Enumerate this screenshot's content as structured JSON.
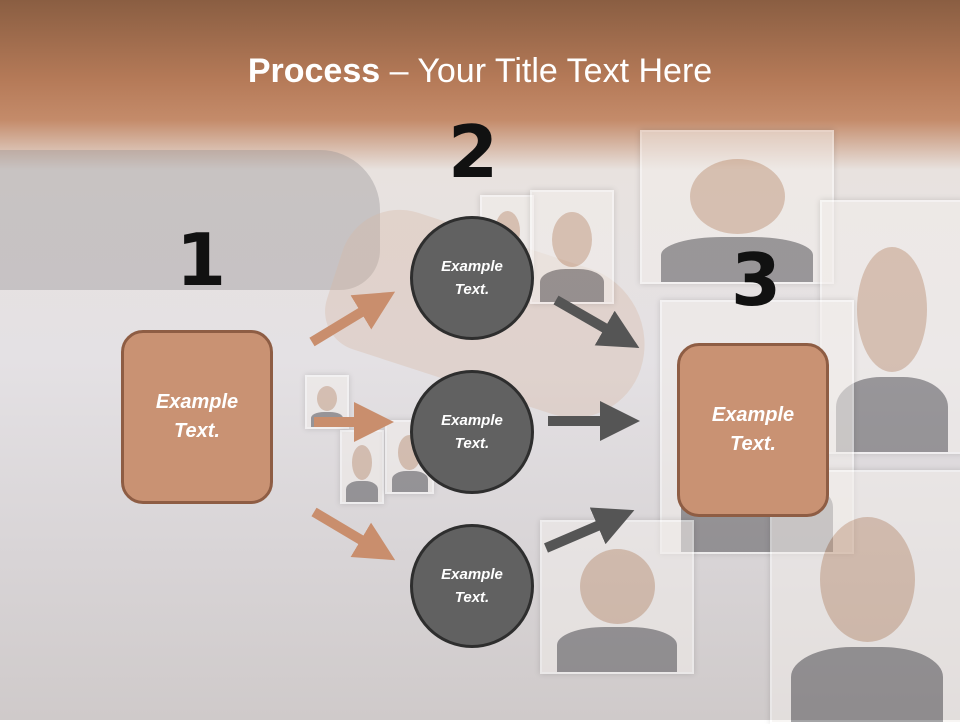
{
  "title": {
    "bold": "Process",
    "rest": " – Your Title Text Here"
  },
  "steps": [
    {
      "number": "1",
      "text_line1": "Example",
      "text_line2": "Text."
    },
    {
      "number": "2"
    },
    {
      "number": "3",
      "text_line1": "Example",
      "text_line2": "Text."
    }
  ],
  "circles": [
    {
      "line1": "Example",
      "line2": "Text."
    },
    {
      "line1": "Example",
      "line2": "Text."
    },
    {
      "line1": "Example",
      "line2": "Text."
    }
  ],
  "colors": {
    "header": "#b57a58",
    "box_fill": "#c99273",
    "box_border": "#8e5d44",
    "circle_fill": "#616161",
    "circle_border": "#2e2e2e",
    "arrow_orange": "#c98e6d",
    "arrow_gray": "#555555"
  }
}
